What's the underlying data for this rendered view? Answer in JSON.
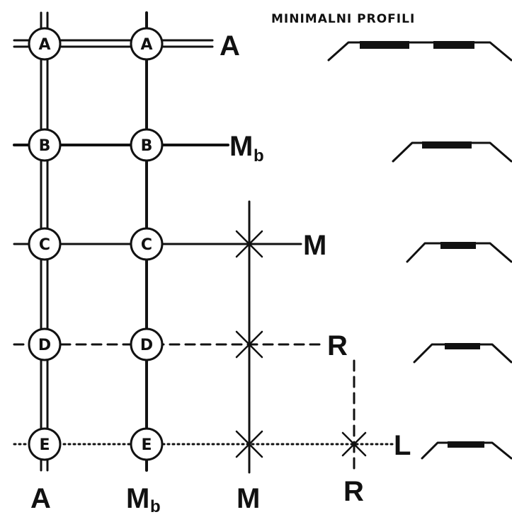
{
  "heading": "MINIMALNI PROFILI",
  "rows": [
    {
      "node": "A",
      "end_label": "A",
      "end_sub": ""
    },
    {
      "node": "B",
      "end_label": "M",
      "end_sub": "b"
    },
    {
      "node": "C",
      "end_label": "M",
      "end_sub": ""
    },
    {
      "node": "D",
      "end_label": "R",
      "end_sub": ""
    },
    {
      "node": "E",
      "end_label": "L",
      "end_sub": ""
    }
  ],
  "bottom_labels": [
    {
      "label": "A",
      "sub": ""
    },
    {
      "label": "M",
      "sub": "b"
    },
    {
      "label": "M",
      "sub": ""
    },
    {
      "label": "R",
      "sub": ""
    }
  ],
  "colors": {
    "ink": "#111111",
    "paper": "#ffffff"
  }
}
